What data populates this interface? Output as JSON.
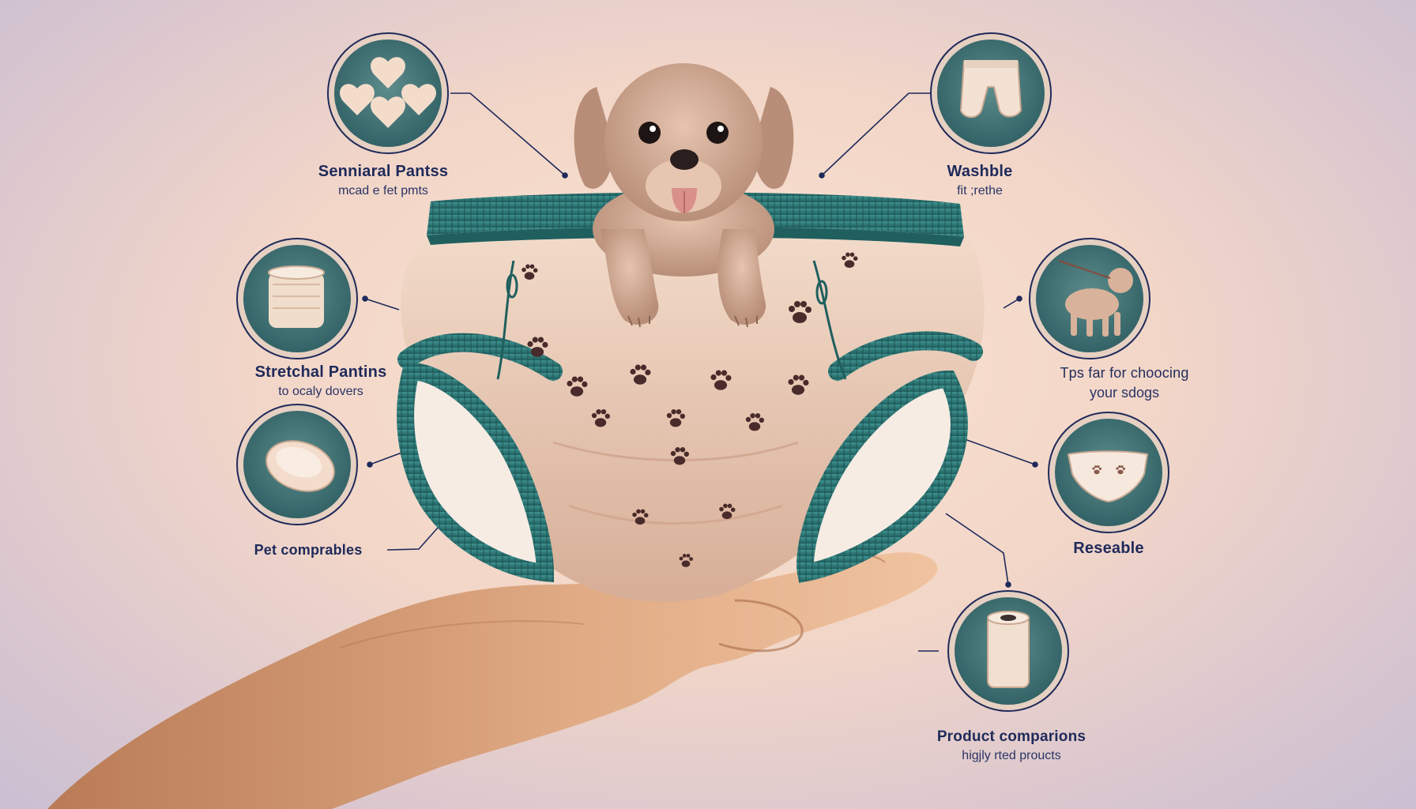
{
  "colors": {
    "band": "#2f7f7c",
    "band_dark": "#1f5f5e",
    "fabric": "#efd2bd",
    "fabric_shade": "#d9b29b",
    "paw": "#4a2b2b",
    "skin": "#d9a27a",
    "skin_shade": "#b97d5a",
    "puppy": "#d8b29a",
    "puppy_shade": "#b88e78",
    "badge_bg": "#3f6f70",
    "badge_ring": "#e6d0c2",
    "line": "#1f2a5a",
    "text": "#1f2a5a"
  },
  "callouts": [
    {
      "id": "sensory",
      "title": "Senniaral Pantss",
      "subtitle": "mcad e fet pmts",
      "icon": "heart-cushion-icon"
    },
    {
      "id": "washable",
      "title": "Washble",
      "subtitle": "fit ;rethe",
      "icon": "pants-icon"
    },
    {
      "id": "stretch",
      "title": "Stretchal Pantins",
      "subtitle": "to ocaly dovers",
      "icon": "roll-icon"
    },
    {
      "id": "tips",
      "title": "Tps far for choocing",
      "subtitle": "your sdogs",
      "icon": "dog-icon"
    },
    {
      "id": "pet",
      "title": "Pet comprables",
      "subtitle": "",
      "icon": "pad-icon"
    },
    {
      "id": "reusable",
      "title": "Reseable",
      "subtitle": "",
      "icon": "diaper-icon"
    },
    {
      "id": "compare",
      "title": "Product comparions",
      "subtitle": "higjly rted proucts",
      "icon": "tube-icon"
    }
  ]
}
